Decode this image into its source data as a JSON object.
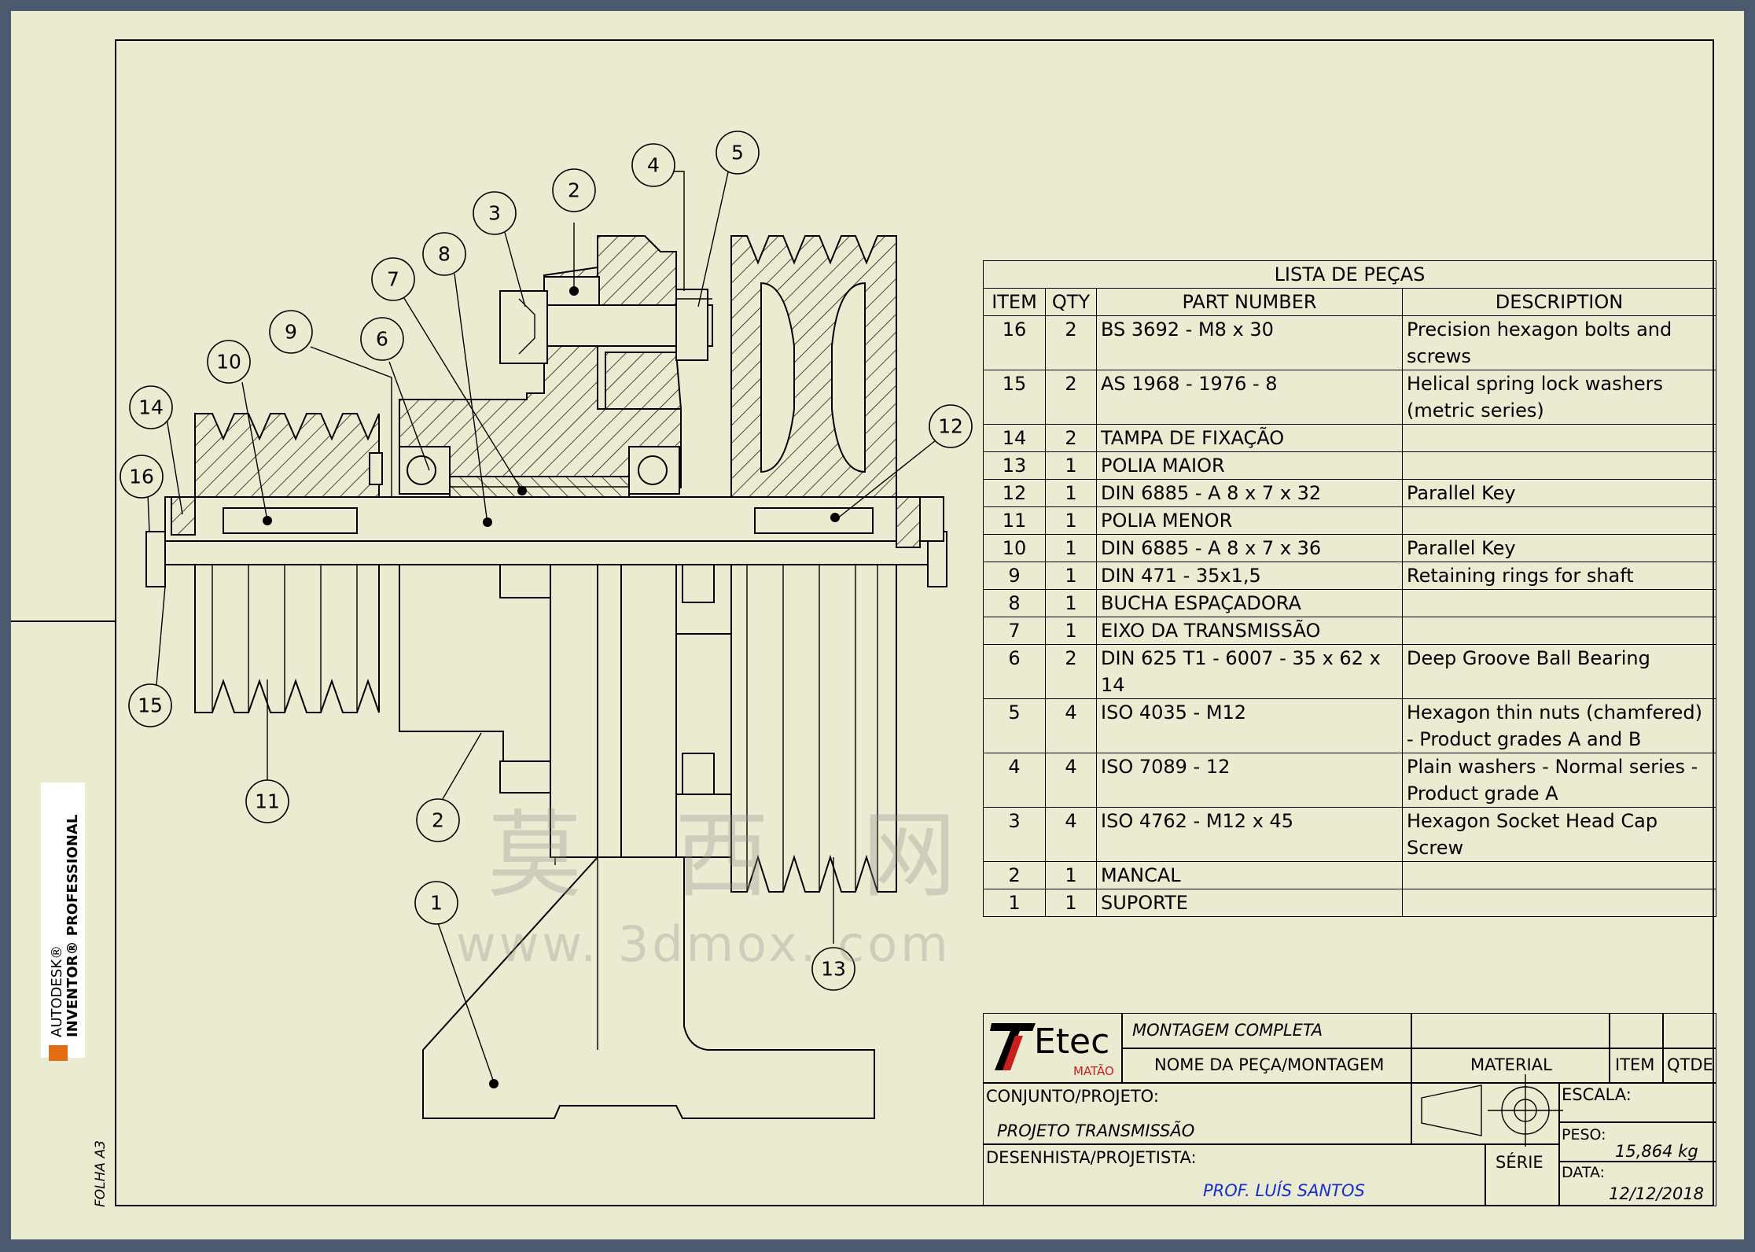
{
  "parts_list": {
    "title": "LISTA DE PEÇAS",
    "headers": [
      "ITEM",
      "QTY",
      "PART NUMBER",
      "DESCRIPTION"
    ],
    "rows": [
      {
        "item": "16",
        "qty": "2",
        "part": "BS 3692 - M8 x 30",
        "desc": "Precision hexagon bolts and screws"
      },
      {
        "item": "15",
        "qty": "2",
        "part": "AS 1968 - 1976 - 8",
        "desc": "Helical spring lock washers (metric series)"
      },
      {
        "item": "14",
        "qty": "2",
        "part": "TAMPA DE FIXAÇÃO",
        "desc": ""
      },
      {
        "item": "13",
        "qty": "1",
        "part": "POLIA MAIOR",
        "desc": ""
      },
      {
        "item": "12",
        "qty": "1",
        "part": "DIN 6885 - A 8 x 7 x 32",
        "desc": "Parallel Key"
      },
      {
        "item": "11",
        "qty": "1",
        "part": "POLIA MENOR",
        "desc": ""
      },
      {
        "item": "10",
        "qty": "1",
        "part": "DIN 6885 - A 8 x 7 x 36",
        "desc": "Parallel Key"
      },
      {
        "item": "9",
        "qty": "1",
        "part": "DIN 471 - 35x1,5",
        "desc": "Retaining rings for shaft"
      },
      {
        "item": "8",
        "qty": "1",
        "part": "BUCHA ESPAÇADORA",
        "desc": ""
      },
      {
        "item": "7",
        "qty": "1",
        "part": "EIXO DA TRANSMISSÃO",
        "desc": ""
      },
      {
        "item": "6",
        "qty": "2",
        "part": "DIN 625 T1 - 6007 - 35 x 62 x 14",
        "desc": "Deep Groove Ball Bearing"
      },
      {
        "item": "5",
        "qty": "4",
        "part": "ISO 4035 - M12",
        "desc": "Hexagon thin nuts (chamfered) - Product grades A and B"
      },
      {
        "item": "4",
        "qty": "4",
        "part": "ISO 7089 - 12",
        "desc": "Plain washers - Normal series - Product grade A"
      },
      {
        "item": "3",
        "qty": "4",
        "part": "ISO 4762 - M12 x 45",
        "desc": "Hexagon Socket Head Cap Screw"
      },
      {
        "item": "2",
        "qty": "1",
        "part": "MANCAL",
        "desc": ""
      },
      {
        "item": "1",
        "qty": "1",
        "part": "SUPORTE",
        "desc": ""
      }
    ]
  },
  "title_block": {
    "logo_text": "Etec",
    "logo_sub": "MATÃO",
    "assembly_name": "MONTAGEM COMPLETA",
    "name_label": "NOME DA PEÇA/MONTAGEM",
    "material_label": "MATERIAL",
    "item_label": "ITEM",
    "qtde_label": "QTDE",
    "project_label": "CONJUNTO/PROJETO:",
    "project_value": "PROJETO TRANSMISSÃO",
    "scale_label": "ESCALA:",
    "weight_label": "PESO:",
    "weight_value": "15,864 kg",
    "designer_label": "DESENHISTA/PROJETISTA:",
    "designer_value": "PROF. LUÍS SANTOS",
    "series_label": "SÉRIE",
    "date_label": "DATA:",
    "date_value": "12/12/2018"
  },
  "sheet_label": "FOLHA A3",
  "software_logo": {
    "brand": "AUTODESK®",
    "product": "INVENTOR® PROFESSIONAL",
    "icon": "inventor-icon"
  },
  "watermark": {
    "line1": "莫 西 网",
    "line2": "www. 3dmox. com"
  },
  "balloons": [
    "1",
    "2",
    "2",
    "3",
    "4",
    "5",
    "6",
    "7",
    "8",
    "9",
    "10",
    "11",
    "12",
    "13",
    "14",
    "15",
    "16"
  ]
}
